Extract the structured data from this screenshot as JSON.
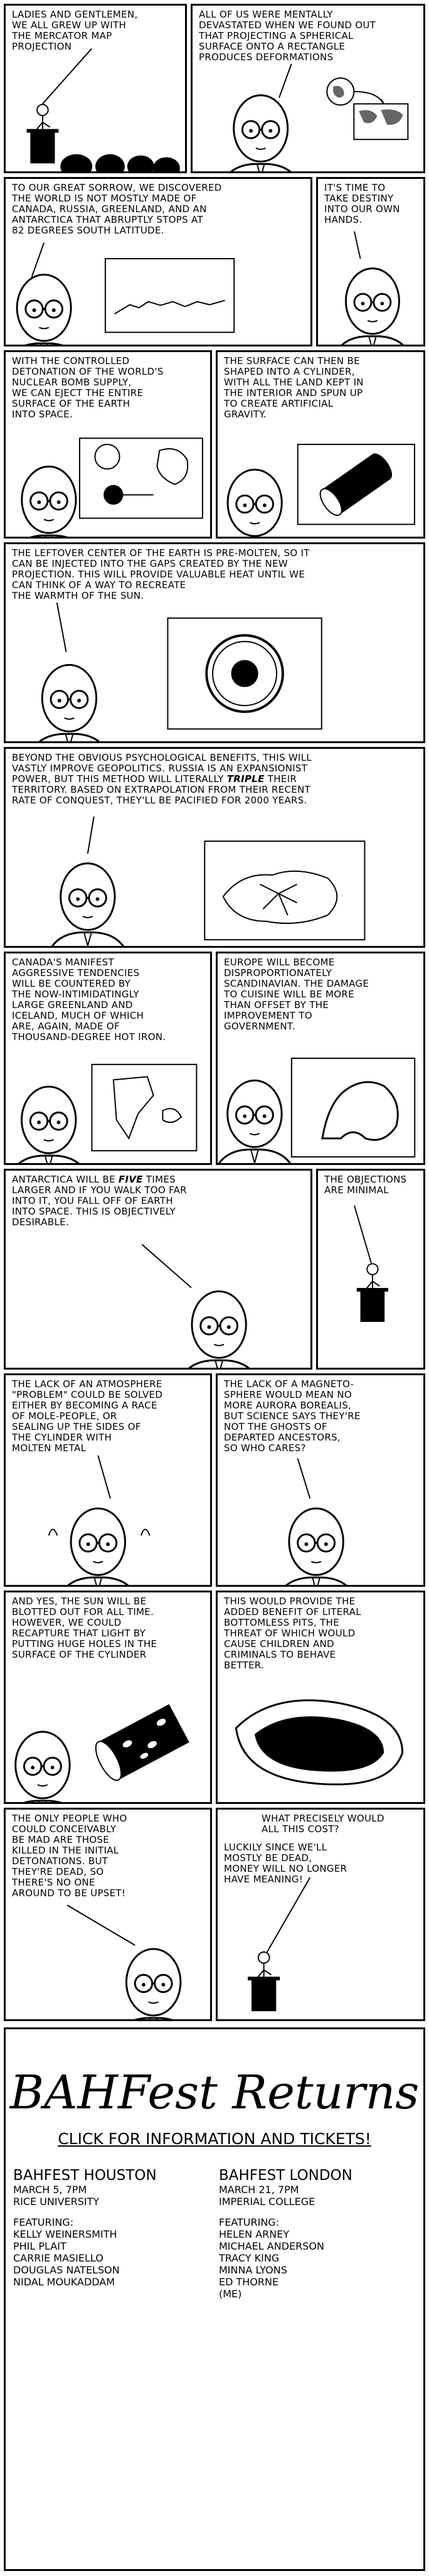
{
  "panels": [
    {
      "id": "p1",
      "text": "Ladies and gentlemen,\nwe all grew up with\nthe Mercator map\nprojection"
    },
    {
      "id": "p2",
      "text": "All of us were mentally\ndevastated when we found out\nthat projecting a spherical\nsurface onto a rectangle\nproduces deformations"
    },
    {
      "id": "p3",
      "text": "To our great sorrow, we discovered\nthe world is not mostly made of\nCanada, Russia, Greenland, and an\nAntarctica that abruptly stops at\n82 degrees south latitude."
    },
    {
      "id": "p4",
      "text": "It's time to\ntake destiny\ninto our own\nhands."
    },
    {
      "id": "p5",
      "text": "With the controlled\ndetonation of the world's\nnuclear bomb supply,\nwe can eject the entire\nsurface of the Earth\ninto space."
    },
    {
      "id": "p6",
      "text": "The surface can then be\nshaped into a cylinder,\nwith all the land kept in\nthe interior and spun up\nto create artificial\ngravity."
    },
    {
      "id": "p7",
      "text": "The leftover center of the Earth is pre-molten, so it\ncan be injected into the gaps created by the new\nprojection. This will provide valuable heat until we\ncan think of a way to recreate\nthe warmth of the sun."
    },
    {
      "id": "p8_a",
      "text": "Beyond the obvious psychological benefits, this will\nvastly improve geopolitics. Russia is an expansionist\npower, but this method will literally "
    },
    {
      "id": "p8_b",
      "text": "triple"
    },
    {
      "id": "p8_c",
      "text": " their\nterritory. Based on extrapolation from their recent\nrate of conquest, they'll be pacified for 2000 years."
    },
    {
      "id": "p9",
      "text": "Canada's manifest\naggressive tendencies\nwill be countered by\nthe now-intimidatingly\nlarge Greenland and\nIceland, much of which\nare, again, made of\nthousand-degree hot iron."
    },
    {
      "id": "p10",
      "text": "Europe will become\ndisproportionately\nScandinavian. The damage\nto cuisine will be more\nthan offset by the\nimprovement to\ngovernment."
    },
    {
      "id": "p11_a",
      "text": "Antarctica will be "
    },
    {
      "id": "p11_b",
      "text": "five"
    },
    {
      "id": "p11_c",
      "text": " times\nlarger and if you walk too far\ninto it, you fall off of Earth\ninto space. This is objectively\ndesirable."
    },
    {
      "id": "p12",
      "text": "The objections\nare minimal"
    },
    {
      "id": "p13",
      "text": "The lack of an atmosphere\n\"problem\" could be solved\neither by becoming a race\nof mole-people, or\nsealing up the sides of\nthe cylinder with\nmolten metal"
    },
    {
      "id": "p14",
      "text": "The lack of a magneto-\nsphere would mean no\nmore Aurora Borealis,\nbut science says they're\nnot the ghosts of\ndeparted ancestors,\nso who cares?"
    },
    {
      "id": "p15",
      "text": "And yes, the sun will be\nblotted out for all time.\nHowever, we could\nrecapture that light by\nputting huge holes in the\nsurface of the cylinder"
    },
    {
      "id": "p16",
      "text": "This would provide the\nadded benefit of literal\nbottomless pits, the\nthreat of which would\ncause children and\ncriminals to behave\nbetter."
    },
    {
      "id": "p17",
      "text": "The only people who\ncould conceivably\nbe mad are those\nkilled in the initial\ndetonations. But\nthey're dead, so\nthere's no one\naround to be upset!"
    },
    {
      "id": "p18_q",
      "text": "What precisely would\nall this cost?"
    },
    {
      "id": "p18_a",
      "text": "Luckily since we'll\nmostly be dead,\nmoney will no longer\nhave meaning!"
    }
  ],
  "banner": {
    "title": "BAHFest Returns",
    "subtitle": "Click for information and tickets!",
    "houston": {
      "title": "BAHFest Houston",
      "date": "March 5, 7PM",
      "venue": "Rice University",
      "featuring_label": "Featuring:",
      "people": [
        "Kelly Weinersmith",
        "Phil Plait",
        "Carrie Masiello",
        "Douglas Natelson",
        "Nidal Moukaddam"
      ]
    },
    "london": {
      "title": "BAHFest London",
      "date": "March 21, 7PM",
      "venue": "Imperial College",
      "featuring_label": "Featuring:",
      "people": [
        "Helen Arney",
        "Michael Anderson",
        "Tracy King",
        "Minna Lyons",
        "Ed Thorne",
        "(Me)"
      ]
    }
  }
}
